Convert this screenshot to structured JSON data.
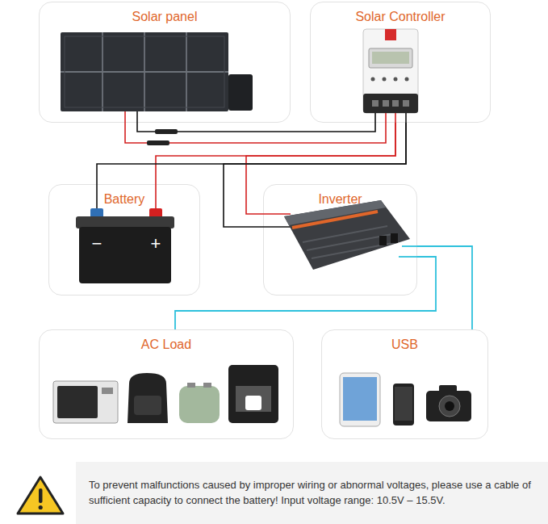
{
  "diagram": {
    "nodes": [
      {
        "text": [
          "Solar panel"
        ]
      },
      {
        "text": [
          "Solar Controller"
        ]
      },
      {
        "text": [
          "Battery"
        ]
      },
      {
        "text": [
          "Inverter"
        ]
      },
      {
        "text": [
          "AC Load"
        ]
      },
      {
        "text": [
          "USB"
        ]
      }
    ],
    "edges": [
      {
        "from": 0,
        "to": 1,
        "arrow": "none"
      },
      {
        "from": 1,
        "to": 2,
        "arrow": "none"
      },
      {
        "from": 1,
        "to": 3,
        "arrow": "none"
      },
      {
        "from": 3,
        "to": 4,
        "arrow": "none"
      },
      {
        "from": 3,
        "to": 5,
        "arrow": "none"
      }
    ],
    "labels": [
      "−",
      "+",
      "To prevent malfunctions caused by improper wiring or abnormal voltages, please use a cable of sufficient capacity to connect the battery! Input voltage range: 10.5V – 15.5V."
    ]
  }
}
